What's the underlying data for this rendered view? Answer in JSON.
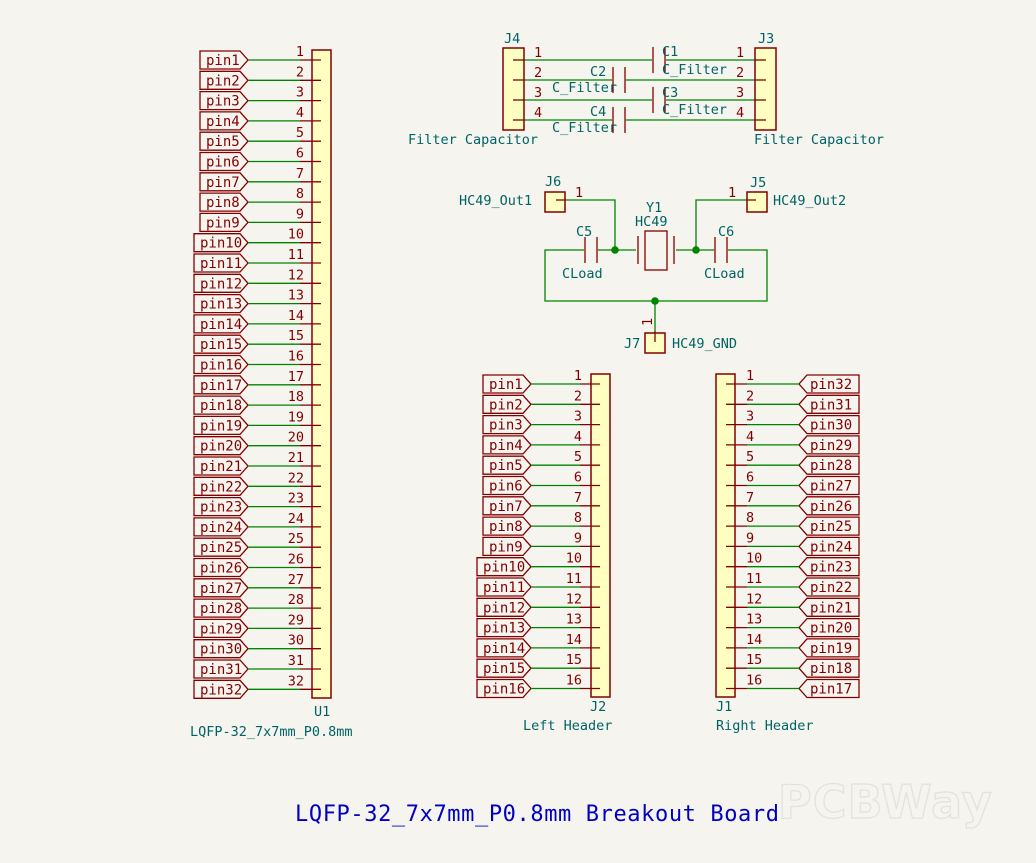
{
  "title": "LQFP-32_7x7mm_P0.8mm Breakout Board",
  "watermark": "PCBWay",
  "colors": {
    "background": "#f5f4ef",
    "wire": "#008400",
    "symbol_outline": "#840000",
    "symbol_fill": "#ffffc2",
    "reference_text": "#006464",
    "title_text": "#0000c2"
  },
  "u1": {
    "ref": "U1",
    "value": "LQFP-32_7x7mm_P0.8mm",
    "pins": [
      "1",
      "2",
      "3",
      "4",
      "5",
      "6",
      "7",
      "8",
      "9",
      "10",
      "11",
      "12",
      "13",
      "14",
      "15",
      "16",
      "17",
      "18",
      "19",
      "20",
      "21",
      "22",
      "23",
      "24",
      "25",
      "26",
      "27",
      "28",
      "29",
      "30",
      "31",
      "32"
    ],
    "labels": [
      "pin1",
      "pin2",
      "pin3",
      "pin4",
      "pin5",
      "pin6",
      "pin7",
      "pin8",
      "pin9",
      "pin10",
      "pin11",
      "pin12",
      "pin13",
      "pin14",
      "pin15",
      "pin16",
      "pin17",
      "pin18",
      "pin19",
      "pin20",
      "pin21",
      "pin22",
      "pin23",
      "pin24",
      "pin25",
      "pin26",
      "pin27",
      "pin28",
      "pin29",
      "pin30",
      "pin31",
      "pin32"
    ]
  },
  "j2": {
    "ref": "J2",
    "value": "Left Header",
    "pins": [
      "1",
      "2",
      "3",
      "4",
      "5",
      "6",
      "7",
      "8",
      "9",
      "10",
      "11",
      "12",
      "13",
      "14",
      "15",
      "16"
    ],
    "labels": [
      "pin1",
      "pin2",
      "pin3",
      "pin4",
      "pin5",
      "pin6",
      "pin7",
      "pin8",
      "pin9",
      "pin10",
      "pin11",
      "pin12",
      "pin13",
      "pin14",
      "pin15",
      "pin16"
    ]
  },
  "j1": {
    "ref": "J1",
    "value": "Right Header",
    "pins": [
      "1",
      "2",
      "3",
      "4",
      "5",
      "6",
      "7",
      "8",
      "9",
      "10",
      "11",
      "12",
      "13",
      "14",
      "15",
      "16"
    ],
    "labels": [
      "pin32",
      "pin31",
      "pin30",
      "pin29",
      "pin28",
      "pin27",
      "pin26",
      "pin25",
      "pin24",
      "pin23",
      "pin22",
      "pin21",
      "pin20",
      "pin19",
      "pin18",
      "pin17"
    ]
  },
  "j4": {
    "ref": "J4",
    "value": "Filter Capacitor",
    "pins": [
      "1",
      "2",
      "3",
      "4"
    ]
  },
  "j3": {
    "ref": "J3",
    "value": "Filter Capacitor",
    "pins": [
      "1",
      "2",
      "3",
      "4"
    ]
  },
  "filter_caps": [
    {
      "ref": "C1",
      "value": "C_Filter"
    },
    {
      "ref": "C2",
      "value": "C_Filter"
    },
    {
      "ref": "C3",
      "value": "C_Filter"
    },
    {
      "ref": "C4",
      "value": "C_Filter"
    }
  ],
  "crystal": {
    "y1": {
      "ref": "Y1",
      "value": "HC49"
    },
    "c5": {
      "ref": "C5",
      "value": "CLoad"
    },
    "c6": {
      "ref": "C6",
      "value": "CLoad"
    },
    "j6": {
      "ref": "J6",
      "value": "HC49_Out1",
      "pin": "1"
    },
    "j5": {
      "ref": "J5",
      "value": "HC49_Out2",
      "pin": "1"
    },
    "j7": {
      "ref": "J7",
      "value": "HC49_GND",
      "pin": "1"
    }
  }
}
